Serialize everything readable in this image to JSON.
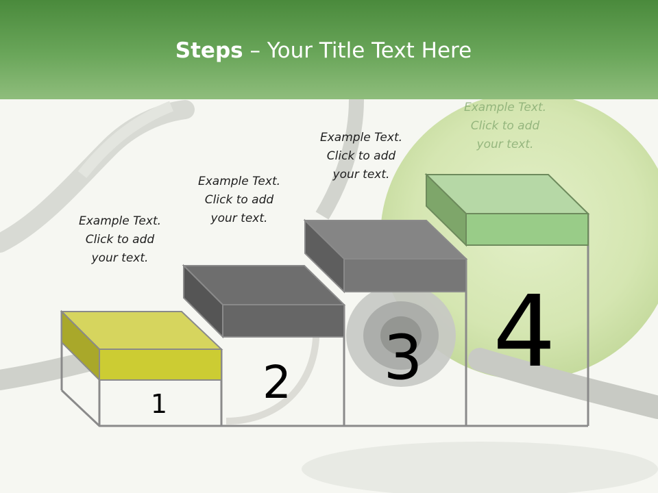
{
  "slide": {
    "title_bold": "Steps",
    "title_rest": " – Your Title Text Here"
  },
  "steps": [
    {
      "number": "1",
      "text": [
        "Example Text.",
        "Click  to add",
        "your text."
      ],
      "color": "#cccc33"
    },
    {
      "number": "2",
      "text": [
        "Example Text.",
        "Click  to add",
        "your text."
      ],
      "color": "#666666"
    },
    {
      "number": "3",
      "text": [
        "Example Text.",
        "Click  to add",
        "your text."
      ],
      "color": "#777777"
    },
    {
      "number": "4",
      "text": [
        "Example Text.",
        "Click  to add",
        "your text."
      ],
      "color": "#99cc88"
    }
  ],
  "colors": {
    "header_top": "#4a8a3c",
    "header_bottom": "#8fbd7c",
    "outline": "#888888"
  }
}
